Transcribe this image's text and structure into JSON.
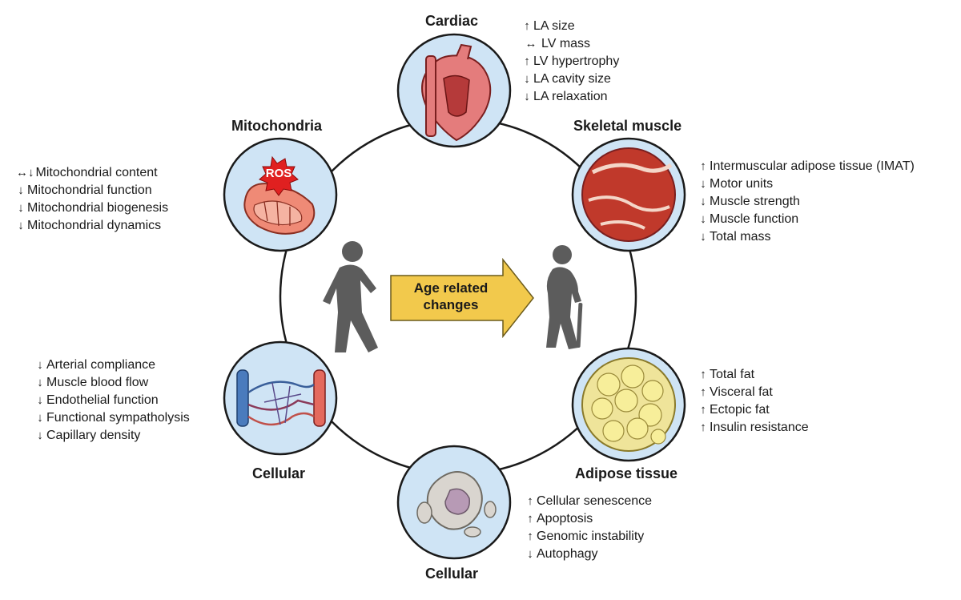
{
  "center": {
    "label_line1": "Age related",
    "label_line2": "changes"
  },
  "colors": {
    "circle_fill": "#cfe4f5",
    "ring": "#1a1a1a",
    "arrow_fill": "#f2c94c",
    "figure": "#5c5c5c"
  },
  "nodes": {
    "cardiac": {
      "title": "Cardiac",
      "icon": "heart-icon",
      "items": [
        {
          "dir": "up",
          "text": "LA size"
        },
        {
          "dir": "both",
          "text": "LV mass"
        },
        {
          "dir": "up",
          "text": "LV hypertrophy"
        },
        {
          "dir": "down",
          "text": "LA cavity size"
        },
        {
          "dir": "down",
          "text": "LA relaxation"
        }
      ]
    },
    "skeletal": {
      "title": "Skeletal muscle",
      "icon": "muscle-tissue-icon",
      "items": [
        {
          "dir": "up",
          "text": "Intermuscular adipose tissue (IMAT)"
        },
        {
          "dir": "down",
          "text": "Motor units"
        },
        {
          "dir": "down",
          "text": "Muscle strength"
        },
        {
          "dir": "down",
          "text": "Muscle function"
        },
        {
          "dir": "down",
          "text": "Total mass"
        }
      ]
    },
    "adipose": {
      "title": "Adipose tissue",
      "icon": "fat-cells-icon",
      "items": [
        {
          "dir": "up",
          "text": "Total fat"
        },
        {
          "dir": "up",
          "text": "Visceral fat"
        },
        {
          "dir": "up",
          "text": "Ectopic fat"
        },
        {
          "dir": "up",
          "text": "Insulin resistance"
        }
      ]
    },
    "cellular_bottom": {
      "title": "Cellular",
      "icon": "cell-icon",
      "items": [
        {
          "dir": "up",
          "text": "Cellular senescence"
        },
        {
          "dir": "up",
          "text": "Apoptosis"
        },
        {
          "dir": "up",
          "text": "Genomic instability"
        },
        {
          "dir": "down",
          "text": "Autophagy"
        }
      ]
    },
    "cellular_left": {
      "title": "Cellular",
      "icon": "blood-vessels-icon",
      "items": [
        {
          "dir": "down",
          "text": "Arterial compliance"
        },
        {
          "dir": "down",
          "text": "Muscle blood flow"
        },
        {
          "dir": "down",
          "text": "Endothelial function"
        },
        {
          "dir": "down",
          "text": "Functional sympatholysis"
        },
        {
          "dir": "down",
          "text": "Capillary density"
        }
      ]
    },
    "mito": {
      "title": "Mitochondria",
      "icon": "mitochondrion-icon",
      "badge": "ROS",
      "items": [
        {
          "dir": "both-down",
          "text": "Mitochondrial content"
        },
        {
          "dir": "down",
          "text": "Mitochondrial function"
        },
        {
          "dir": "down",
          "text": "Mitochondrial biogenesis"
        },
        {
          "dir": "down",
          "text": "Mitochondrial dynamics"
        }
      ]
    }
  }
}
